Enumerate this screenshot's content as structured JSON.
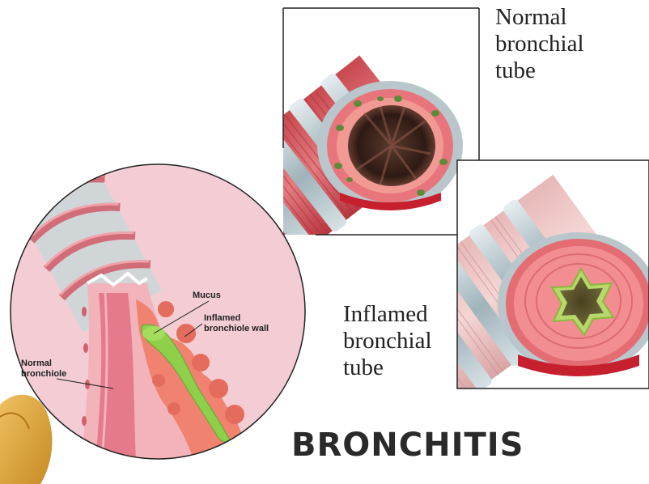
{
  "title": "BRONCHITIS",
  "normal_tube": [
    "Normal",
    "bronchial",
    "tube"
  ],
  "inflamed_tube": [
    "Inflamed",
    "bronchial",
    "tube"
  ],
  "inset": {
    "mucus": "Mucus",
    "inflamed_wall": [
      "Inflamed",
      "bronchiole wall"
    ],
    "normal_bronchiole": [
      "Normal",
      "bronchiole"
    ]
  },
  "colors": {
    "inset_bg": "#f2c9cf",
    "tube_wall": "#e8707a",
    "mucus": "#8fcf4a",
    "cartilage": "#c9d4d8",
    "inflamed_tissue": "#f08a7a"
  }
}
